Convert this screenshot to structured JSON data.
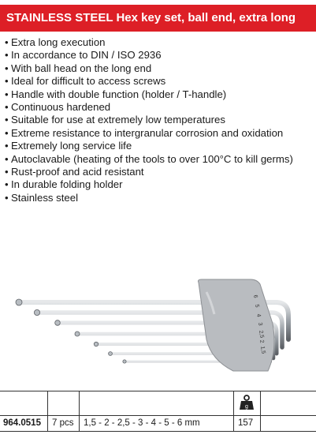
{
  "header": {
    "title": "STAINLESS STEEL Hex key set, ball end, extra long"
  },
  "features": [
    "Extra long execution",
    "In accordance to DIN / ISO 2936",
    "With ball head on the long end",
    "Ideal for difficult to access screws",
    "Handle with double function (holder / T-handle)",
    "Continuous hardened",
    "Suitable for use at extremely low temperatures",
    "Extreme resistance to intergranular corrosion and oxidation",
    "Extremely long service life",
    "Autoclavable (heating of the tools to over 100°C to kill germs)",
    "Rust-proof and acid resistant",
    "In durable folding holder",
    "Stainless steel"
  ],
  "holder_labels": [
    "6",
    "5",
    "4",
    "3",
    "2,5",
    "2",
    "1,5"
  ],
  "table": {
    "header_icon": "weight-icon",
    "row": {
      "article": "964.0515",
      "pieces": "7 pcs",
      "sizes": "1,5 - 2 - 2,5 - 3 - 4 - 5 - 6 mm",
      "weight": "157"
    }
  },
  "colors": {
    "brand_red": "#dd1f26",
    "holder_grey": "#b9bcc0",
    "steel": "#9aa0a6"
  }
}
